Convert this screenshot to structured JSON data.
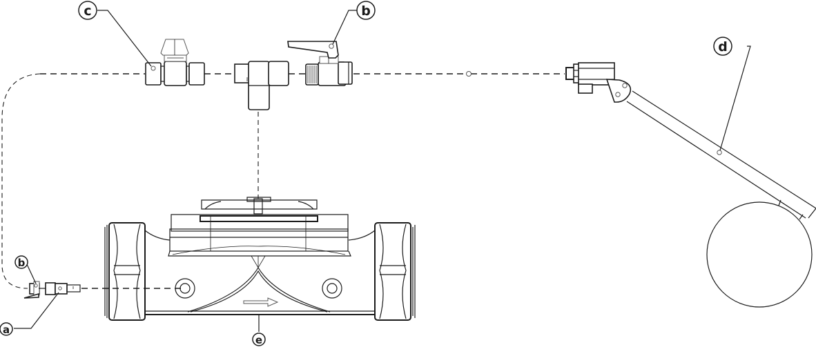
{
  "diagram": {
    "type": "technical assembly line drawing",
    "background": "#ffffff",
    "line_color": "#1a1a1a",
    "callouts": [
      {
        "id": "a",
        "label": "a",
        "target": "connector fitting at meter inlet"
      },
      {
        "id": "b1",
        "label": "b",
        "target": "ball valve with lever (top)"
      },
      {
        "id": "b2",
        "label": "b",
        "target": "small ball valve (bottom left)"
      },
      {
        "id": "c",
        "label": "c",
        "target": "union coupling / valve fitting"
      },
      {
        "id": "d",
        "label": "d",
        "target": "float lever arm"
      },
      {
        "id": "e",
        "label": "e",
        "target": "water meter body"
      }
    ],
    "components": [
      "dashed pipe route",
      "union valve with cap",
      "tee fitting",
      "lever ball valve",
      "inline dot junction",
      "float valve body",
      "float lever arm",
      "float ball",
      "water meter body",
      "flow direction arrow",
      "small inlet ball valve",
      "inlet connector fitting"
    ]
  }
}
